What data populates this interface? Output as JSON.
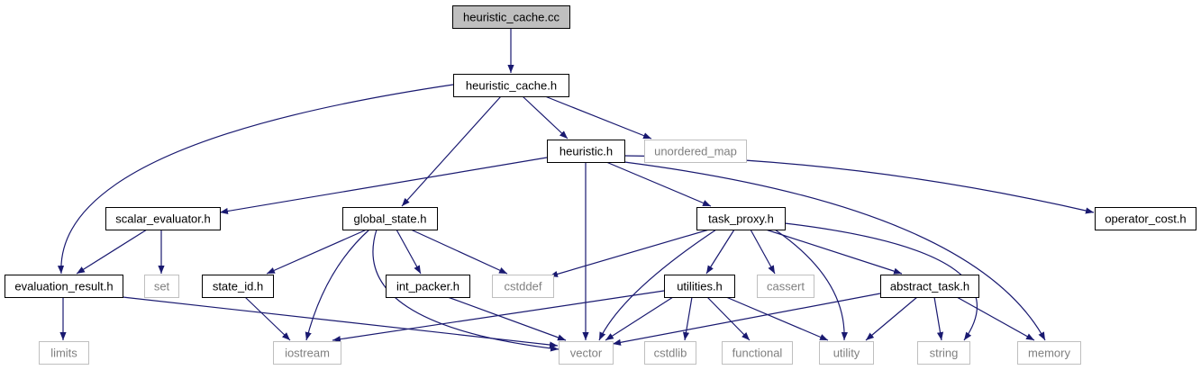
{
  "colors": {
    "edge": "#191970",
    "box_border_dark": "#000000",
    "box_border_light": "#bfbfbf",
    "text_dark": "#000000",
    "text_light": "#7f7f7f",
    "root_fill": "#bfbfbf"
  },
  "nodes": [
    {
      "id": "heuristic_cache_cc",
      "label": "heuristic_cache.cc",
      "style": "root"
    },
    {
      "id": "heuristic_cache_h",
      "label": "heuristic_cache.h",
      "style": "dark"
    },
    {
      "id": "heuristic_h",
      "label": "heuristic.h",
      "style": "dark"
    },
    {
      "id": "unordered_map",
      "label": "unordered_map",
      "style": "light"
    },
    {
      "id": "scalar_evaluator_h",
      "label": "scalar_evaluator.h",
      "style": "dark"
    },
    {
      "id": "global_state_h",
      "label": "global_state.h",
      "style": "dark"
    },
    {
      "id": "task_proxy_h",
      "label": "task_proxy.h",
      "style": "dark"
    },
    {
      "id": "operator_cost_h",
      "label": "operator_cost.h",
      "style": "dark"
    },
    {
      "id": "evaluation_result_h",
      "label": "evaluation_result.h",
      "style": "dark"
    },
    {
      "id": "set",
      "label": "set",
      "style": "light"
    },
    {
      "id": "state_id_h",
      "label": "state_id.h",
      "style": "dark"
    },
    {
      "id": "int_packer_h",
      "label": "int_packer.h",
      "style": "dark"
    },
    {
      "id": "cstddef",
      "label": "cstddef",
      "style": "light"
    },
    {
      "id": "utilities_h",
      "label": "utilities.h",
      "style": "dark"
    },
    {
      "id": "cassert",
      "label": "cassert",
      "style": "light"
    },
    {
      "id": "abstract_task_h",
      "label": "abstract_task.h",
      "style": "dark"
    },
    {
      "id": "limits",
      "label": "limits",
      "style": "light"
    },
    {
      "id": "iostream",
      "label": "iostream",
      "style": "light"
    },
    {
      "id": "vector",
      "label": "vector",
      "style": "light"
    },
    {
      "id": "cstdlib",
      "label": "cstdlib",
      "style": "light"
    },
    {
      "id": "functional",
      "label": "functional",
      "style": "light"
    },
    {
      "id": "utility",
      "label": "utility",
      "style": "light"
    },
    {
      "id": "string",
      "label": "string",
      "style": "light"
    },
    {
      "id": "memory",
      "label": "memory",
      "style": "light"
    }
  ],
  "edges": [
    [
      "heuristic_cache_cc",
      "heuristic_cache_h"
    ],
    [
      "heuristic_cache_h",
      "evaluation_result_h"
    ],
    [
      "heuristic_cache_h",
      "global_state_h"
    ],
    [
      "heuristic_cache_h",
      "heuristic_h"
    ],
    [
      "heuristic_cache_h",
      "unordered_map"
    ],
    [
      "heuristic_h",
      "scalar_evaluator_h"
    ],
    [
      "heuristic_h",
      "vector"
    ],
    [
      "heuristic_h",
      "task_proxy_h"
    ],
    [
      "heuristic_h",
      "operator_cost_h"
    ],
    [
      "heuristic_h",
      "memory"
    ],
    [
      "scalar_evaluator_h",
      "evaluation_result_h"
    ],
    [
      "scalar_evaluator_h",
      "set"
    ],
    [
      "evaluation_result_h",
      "limits"
    ],
    [
      "evaluation_result_h",
      "vector"
    ],
    [
      "global_state_h",
      "state_id_h"
    ],
    [
      "global_state_h",
      "iostream"
    ],
    [
      "global_state_h",
      "vector"
    ],
    [
      "global_state_h",
      "int_packer_h"
    ],
    [
      "global_state_h",
      "cstddef"
    ],
    [
      "state_id_h",
      "iostream"
    ],
    [
      "int_packer_h",
      "vector"
    ],
    [
      "task_proxy_h",
      "cstddef"
    ],
    [
      "task_proxy_h",
      "vector"
    ],
    [
      "task_proxy_h",
      "utilities_h"
    ],
    [
      "task_proxy_h",
      "cassert"
    ],
    [
      "task_proxy_h",
      "abstract_task_h"
    ],
    [
      "task_proxy_h",
      "utility"
    ],
    [
      "task_proxy_h",
      "string"
    ],
    [
      "utilities_h",
      "iostream"
    ],
    [
      "utilities_h",
      "vector"
    ],
    [
      "utilities_h",
      "cstdlib"
    ],
    [
      "utilities_h",
      "functional"
    ],
    [
      "utilities_h",
      "utility"
    ],
    [
      "abstract_task_h",
      "vector"
    ],
    [
      "abstract_task_h",
      "utility"
    ],
    [
      "abstract_task_h",
      "string"
    ],
    [
      "abstract_task_h",
      "memory"
    ]
  ]
}
